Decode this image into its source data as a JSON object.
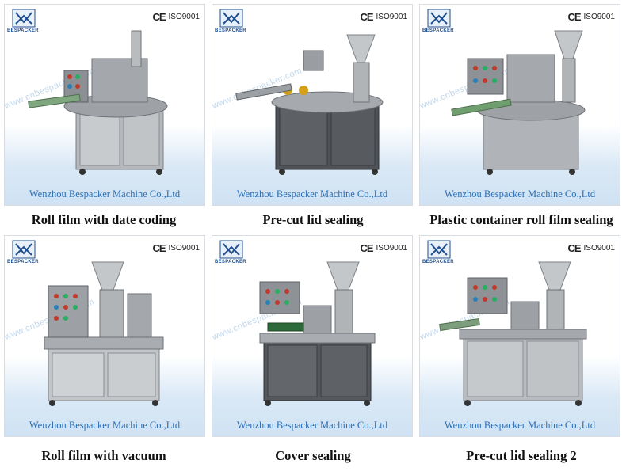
{
  "certs": {
    "ce": "CE",
    "iso": "ISO9001"
  },
  "logo_text": "BESPACKER",
  "watermark": "www.cnbespacker.com",
  "company": "Wenzhou Bespacker Machine Co.,Ltd",
  "tiles": [
    {
      "caption": "Roll film with date coding"
    },
    {
      "caption": "Pre-cut lid sealing"
    },
    {
      "caption": "Plastic container roll film sealing"
    },
    {
      "caption": "Roll film with vacuum"
    },
    {
      "caption": "Cover sealing"
    },
    {
      "caption": "Pre-cut lid sealing 2"
    }
  ],
  "colors": {
    "company_text": "#2c6fb3",
    "logo_blue": "#1f4f8f",
    "steel": "#a9adb1"
  }
}
